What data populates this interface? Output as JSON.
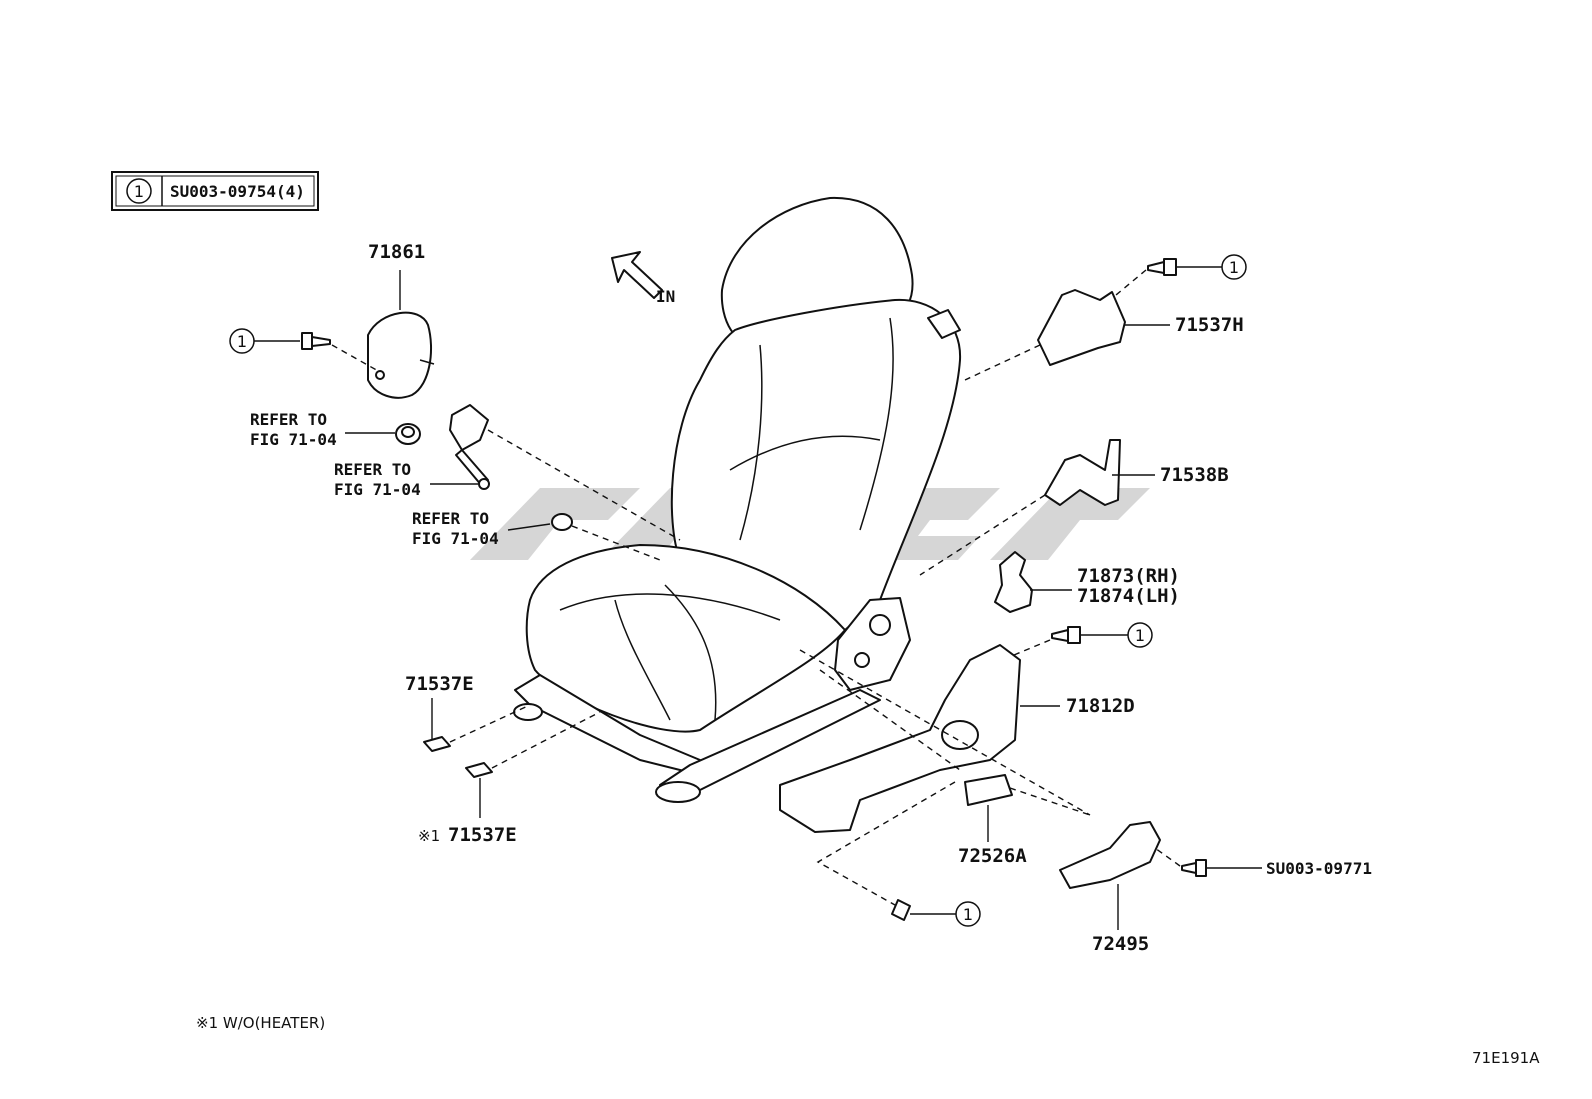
{
  "legend": {
    "ref": "1",
    "part": "SU003-09754(4)"
  },
  "direction": {
    "label": "IN"
  },
  "callouts": {
    "p71861": "71861",
    "p71537H": "71537H",
    "p71538B": "71538B",
    "p71873": "71873(RH)",
    "p71874": "71874(LH)",
    "p71812D": "71812D",
    "p71537E_a": "71537E",
    "p71537E_b": "71537E",
    "p71537E_b_prefix": "※1",
    "p72526A": "72526A",
    "p72495": "72495",
    "pSU003_09771": "SU003-09771"
  },
  "refer": {
    "r1_line1": "REFER TO",
    "r1_line2": "FIG 71-04",
    "r2_line1": "REFER TO",
    "r2_line2": "FIG 71-04",
    "r3_line1": "REFER TO",
    "r3_line2": "FIG 71-04"
  },
  "circle_refs": {
    "c1": "1",
    "c2": "1",
    "c3": "1",
    "c4": "1"
  },
  "footnote": "※1 W/O(HEATER)",
  "figure_id": "71E191A",
  "colors": {
    "line": "#111111",
    "watermark": "#c8c8c8",
    "background": "#ffffff"
  }
}
